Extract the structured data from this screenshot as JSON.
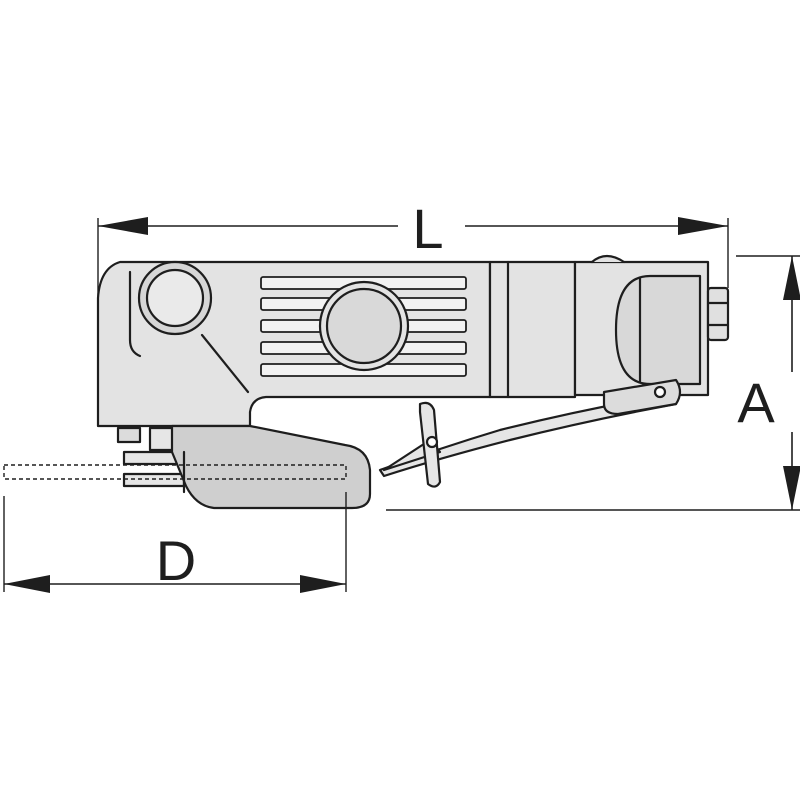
{
  "diagram": {
    "dimension_labels": {
      "length": "L",
      "height": "A",
      "disc_diameter": "D"
    }
  }
}
